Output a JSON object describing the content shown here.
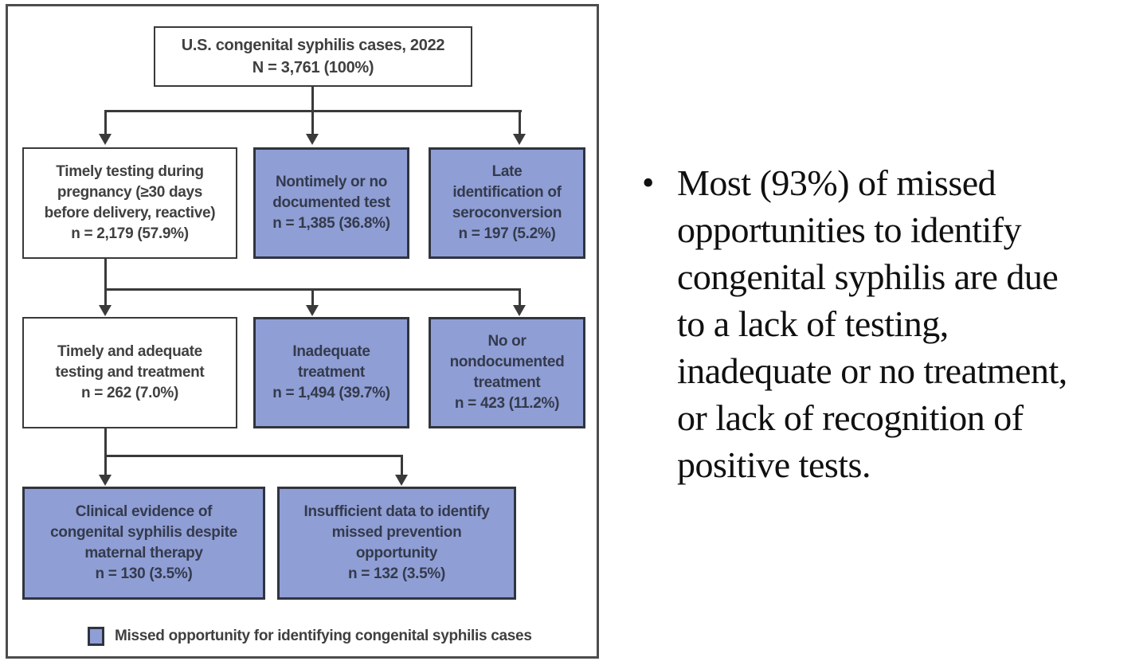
{
  "colors": {
    "missed_fill": "#8f9ed4",
    "box_border": "#3a3a3a",
    "missed_box_border": "#30343f",
    "panel_border": "#4d4d4d",
    "connector": "#3a3a3a"
  },
  "flowchart": {
    "root": {
      "text": "U.S. congenital syphilis cases, 2022\nN = 3,761 (100%)",
      "label": "U.S. congenital syphilis cases, 2022",
      "n": "3,761",
      "percent": "100%",
      "missed_opportunity": false
    },
    "row2": [
      {
        "id": "timely-testing",
        "text": "Timely testing during\npregnancy (≥30 days\nbefore delivery, reactive)\nn = 2,179 (57.9%)",
        "n": "2,179",
        "percent": "57.9%",
        "missed_opportunity": false
      },
      {
        "id": "nontimely-or-no-documented-test",
        "text": "Nontimely or no\ndocumented test\nn = 1,385 (36.8%)",
        "n": "1,385",
        "percent": "36.8%",
        "missed_opportunity": true
      },
      {
        "id": "late-identification-of-seroconversion",
        "text": "Late\nidentification of\nseroconversion\nn = 197 (5.2%)",
        "n": "197",
        "percent": "5.2%",
        "missed_opportunity": true
      }
    ],
    "row3": [
      {
        "id": "timely-and-adequate-testing-and-treatment",
        "text": "Timely and adequate\ntesting and treatment\nn = 262 (7.0%)",
        "n": "262",
        "percent": "7.0%",
        "missed_opportunity": false
      },
      {
        "id": "inadequate-treatment",
        "text": "Inadequate\ntreatment\nn = 1,494 (39.7%)",
        "n": "1,494",
        "percent": "39.7%",
        "missed_opportunity": true
      },
      {
        "id": "no-or-nondocumented-treatment",
        "text": "No or\nnondocumented\ntreatment\nn = 423 (11.2%)",
        "n": "423",
        "percent": "11.2%",
        "missed_opportunity": true
      }
    ],
    "row4": [
      {
        "id": "clinical-evidence-despite-maternal-therapy",
        "text": "Clinical evidence of\ncongenital syphilis despite\nmaternal therapy\nn = 130 (3.5%)",
        "n": "130",
        "percent": "3.5%",
        "missed_opportunity": true
      },
      {
        "id": "insufficient-data",
        "text": "Insufficient data to identify\nmissed prevention\nopportunity\nn = 132 (3.5%)",
        "n": "132",
        "percent": "3.5%",
        "missed_opportunity": true
      }
    ],
    "legend": {
      "label": "Missed opportunity for identifying congenital syphilis cases"
    }
  },
  "notes": {
    "bullet_marker": "•",
    "text": "Most (93%) of missed\nopportunities to identify\ncongenital syphilis are due\nto a lack of testing,\ninadequate or no treatment,\nor lack of recognition of\npositive tests."
  }
}
